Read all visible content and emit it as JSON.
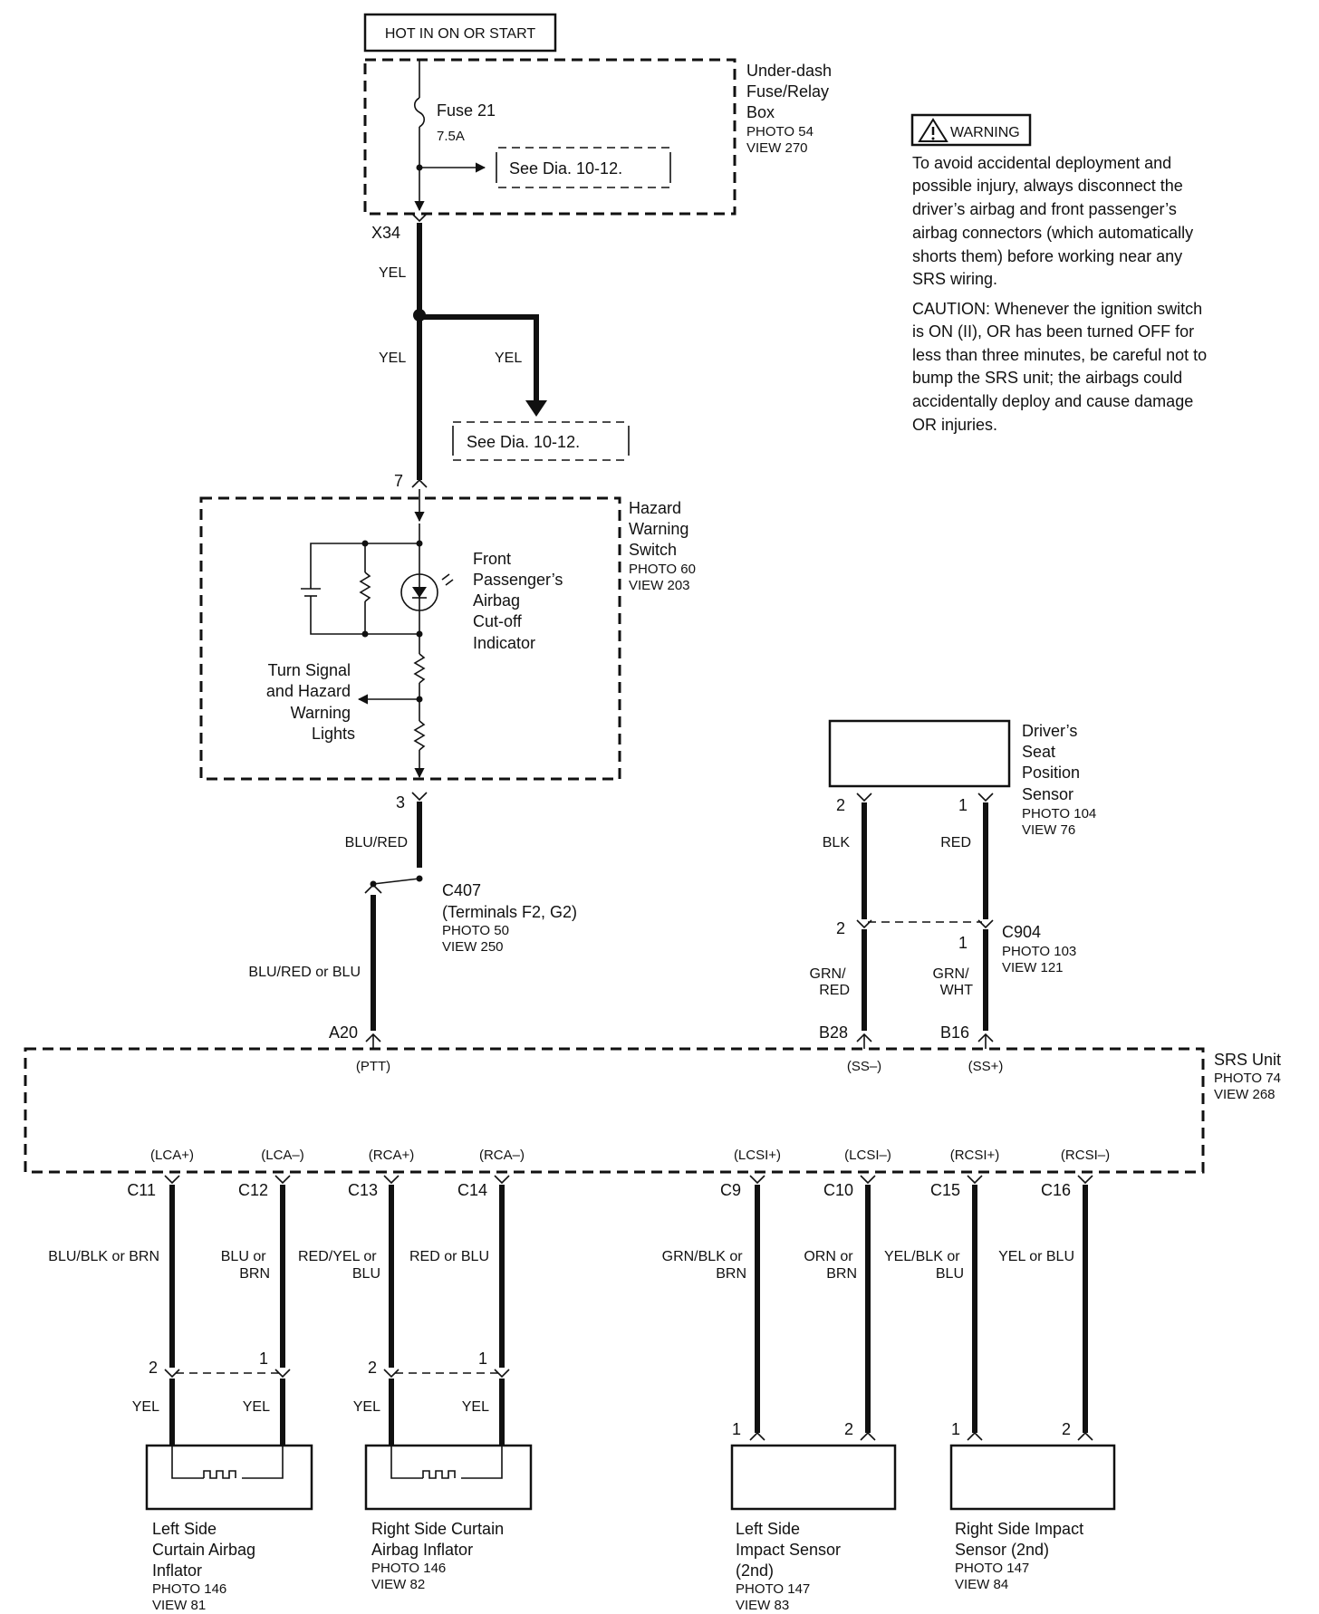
{
  "power": {
    "label": "HOT IN ON OR START"
  },
  "fuse_box": {
    "name_lines": [
      "Under-dash",
      "Fuse/Relay",
      "Box"
    ],
    "photo": "PHOTO 54",
    "view": "VIEW 270"
  },
  "fuse": {
    "name": "Fuse 21",
    "rating": "7.5A"
  },
  "see_ref_1": "See Dia. 10-12.",
  "see_ref_2": "See Dia. 10-12.",
  "connector_x34": "X34",
  "wire_yel_1": "YEL",
  "wire_yel_2": "YEL",
  "wire_yel_3": "YEL",
  "hazard_switch": {
    "pin_top": "7",
    "pin_bottom": "3",
    "name_lines": [
      "Hazard",
      "Warning",
      "Switch"
    ],
    "photo": "PHOTO 60",
    "view": "VIEW 203",
    "indicator_lines": [
      "Front",
      "Passenger’s",
      "Airbag",
      "Cut-off",
      "Indicator"
    ],
    "lights_lines": [
      "Turn Signal",
      "and Hazard",
      "Warning",
      "Lights"
    ]
  },
  "wire_blu_red": "BLU/RED",
  "c407": {
    "name": "C407",
    "terminals": "(Terminals F2, G2)",
    "photo": "PHOTO 50",
    "view": "VIEW 250"
  },
  "wire_blu_red_or_blu": "BLU/RED or BLU",
  "warning": {
    "badge": "WARNING",
    "text_lines": [
      "To avoid accidental deployment and",
      "possible injury, always disconnect the",
      "driver’s airbag and front passenger’s",
      "airbag connectors (which automatically",
      "shorts them) before working near any",
      "SRS wiring."
    ],
    "caution_lines": [
      "CAUTION: Whenever the ignition switch",
      "is ON (II), OR has been turned OFF for",
      "less than three minutes, be careful not to",
      "bump the SRS unit; the airbags could",
      "accidentally deploy and cause damage",
      "OR injuries."
    ]
  },
  "seat_sensor": {
    "name_lines": [
      "Driver’s",
      "Seat",
      "Position",
      "Sensor"
    ],
    "photo": "PHOTO 104",
    "view": "VIEW 76",
    "pin_left": "2",
    "pin_right": "1",
    "wire_left": "BLK",
    "wire_right": "RED"
  },
  "c904": {
    "name": "C904",
    "photo": "PHOTO 103",
    "view": "VIEW 121",
    "pin_left": "2",
    "pin_right": "1",
    "wire_left_lines": [
      "GRN/",
      "RED"
    ],
    "wire_right_lines": [
      "GRN/",
      "WHT"
    ]
  },
  "srs_unit": {
    "name": "SRS Unit",
    "photo": "PHOTO 74",
    "view": "VIEW 268",
    "top_pins": [
      {
        "connector": "A20",
        "terminal": "(PTT)"
      },
      {
        "connector": "B28",
        "terminal": "(SS–)"
      },
      {
        "connector": "B16",
        "terminal": "(SS+)"
      }
    ],
    "bottom_pins": [
      {
        "connector": "C11",
        "terminal": "(LCA+)",
        "wire_lines": [
          "BLU/BLK or BRN"
        ]
      },
      {
        "connector": "C12",
        "terminal": "(LCA–)",
        "wire_lines": [
          "BLU or",
          "BRN"
        ]
      },
      {
        "connector": "C13",
        "terminal": "(RCA+)",
        "wire_lines": [
          "RED/YEL or",
          "BLU"
        ]
      },
      {
        "connector": "C14",
        "terminal": "(RCA–)",
        "wire_lines": [
          "RED or BLU"
        ]
      },
      {
        "connector": "C9",
        "terminal": "(LCSI+)",
        "wire_lines": [
          "GRN/BLK or",
          "BRN"
        ]
      },
      {
        "connector": "C10",
        "terminal": "(LCSI–)",
        "wire_lines": [
          "ORN or",
          "BRN"
        ]
      },
      {
        "connector": "C15",
        "terminal": "(RCSI+)",
        "wire_lines": [
          "YEL/BLK or",
          "BLU"
        ]
      },
      {
        "connector": "C16",
        "terminal": "(RCSI–)",
        "wire_lines": [
          "YEL or BLU"
        ]
      }
    ]
  },
  "components": [
    {
      "name_lines": [
        "Left Side",
        "Curtain Airbag",
        "Inflator"
      ],
      "photo": "PHOTO 146",
      "view": "VIEW 81",
      "pin_left": "2",
      "pin_right": "1",
      "wire_left": "YEL",
      "wire_right": "YEL"
    },
    {
      "name_lines": [
        "Right Side Curtain",
        "Airbag Inflator"
      ],
      "photo": "PHOTO 146",
      "view": "VIEW 82",
      "pin_left": "2",
      "pin_right": "1",
      "wire_left": "YEL",
      "wire_right": "YEL"
    },
    {
      "name_lines": [
        "Left Side",
        "Impact Sensor",
        "(2nd)"
      ],
      "photo": "PHOTO 147",
      "view": "VIEW 83",
      "pin_left": "1",
      "pin_right": "2"
    },
    {
      "name_lines": [
        "Right Side Impact",
        "Sensor (2nd)"
      ],
      "photo": "PHOTO 147",
      "view": "VIEW 84",
      "pin_left": "1",
      "pin_right": "2"
    }
  ]
}
